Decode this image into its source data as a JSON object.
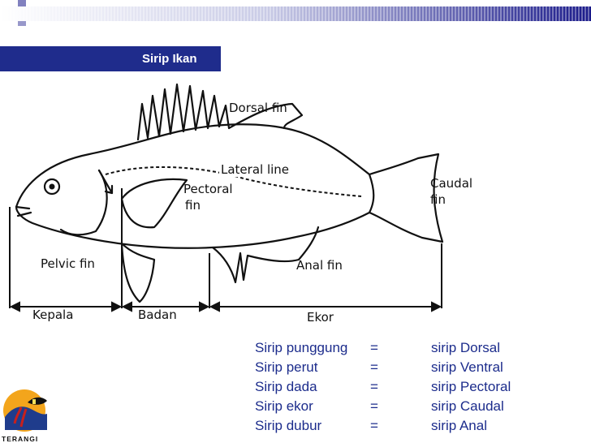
{
  "title": "Sirip Ikan",
  "diagram": {
    "labels": {
      "dorsal_fin": "Dorsal fin",
      "lateral_line": "Lateral line",
      "pectoral_fin_1": "Pectoral",
      "pectoral_fin_2": "fin",
      "caudal_fin_1": "Caudal",
      "caudal_fin_2": "fin",
      "pelvic_fin": "Pelvic fin",
      "anal_fin": "Anal fin",
      "kepala": "Kepala",
      "badan": "Badan",
      "ekor": "Ekor"
    }
  },
  "legend": {
    "rows": [
      {
        "term": "Sirip punggung",
        "eq": "=",
        "meaning": "sirip Dorsal"
      },
      {
        "term": "Sirip perut",
        "eq": "=",
        "meaning": "sirip Ventral"
      },
      {
        "term": "Sirip dada",
        "eq": "=",
        "meaning": "sirip Pectoral"
      },
      {
        "term": "Sirip ekor",
        "eq": "=",
        "meaning": "sirip Caudal"
      },
      {
        "term": "Sirip dubur",
        "eq": "=",
        "meaning": "sirip Anal"
      }
    ]
  },
  "logo": {
    "text": "TERANGI"
  },
  "colors": {
    "accent": "#1f2c8c",
    "legend_text": "#1c2c8c"
  }
}
